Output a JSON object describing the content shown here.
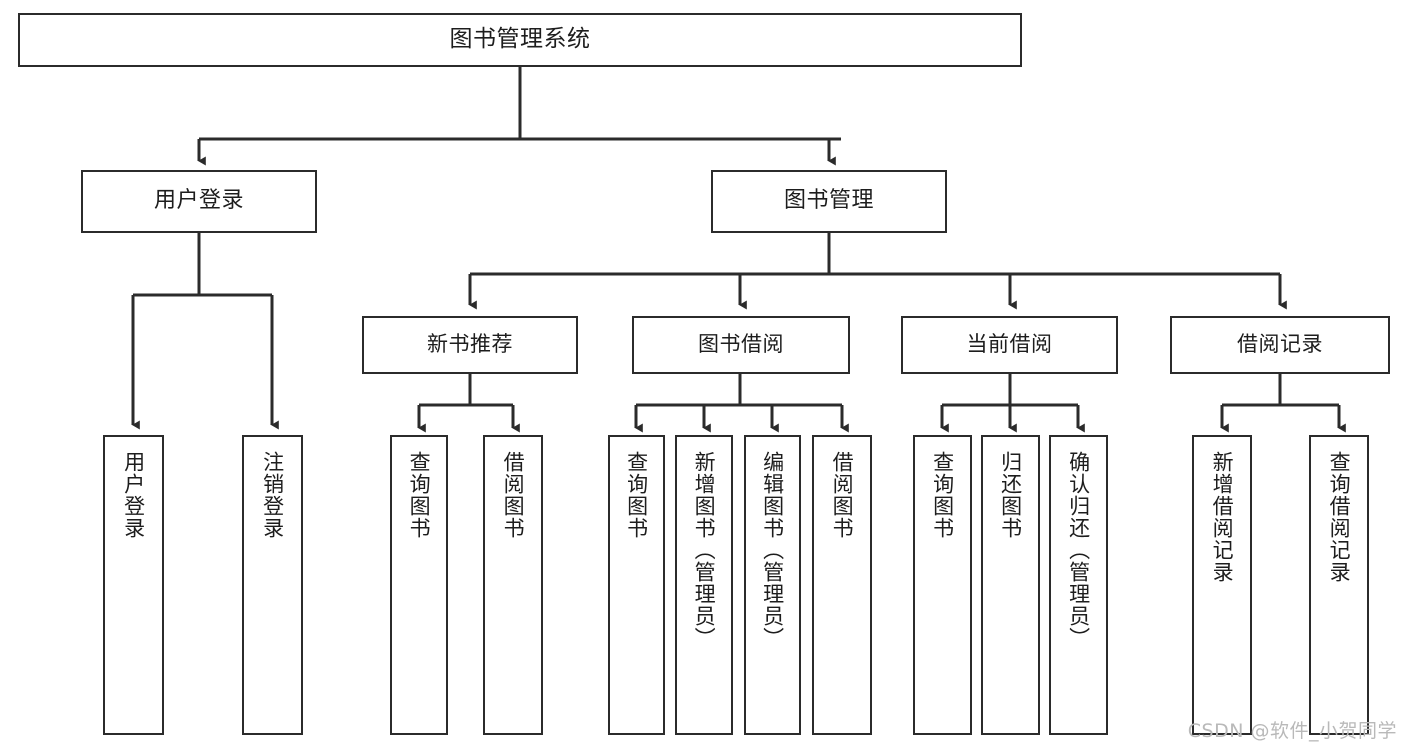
{
  "diagram": {
    "title": "图书管理系统",
    "type": "tree-hierarchy",
    "orientation": "top-down",
    "stroke_color": "#2b2b2b",
    "fill_color": "#ffffff",
    "text_color": "#1d1d1d"
  },
  "watermark": {
    "text": "CSDN @软件_小贺同学",
    "color": "#b9b9b9"
  },
  "nodes": {
    "root": {
      "label": "图书管理系统"
    },
    "level2": [
      {
        "label": "用户登录"
      },
      {
        "label": "图书管理"
      }
    ],
    "level3": [
      {
        "label": "新书推荐"
      },
      {
        "label": "图书借阅"
      },
      {
        "label": "当前借阅"
      },
      {
        "label": "借阅记录"
      }
    ],
    "leaves": [
      {
        "label": "用户登录",
        "parent": "用户登录"
      },
      {
        "label": "注销登录",
        "parent": "用户登录"
      },
      {
        "label": "查询图书",
        "parent": "新书推荐"
      },
      {
        "label": "借阅图书",
        "parent": "新书推荐"
      },
      {
        "label": "查询图书",
        "parent": "图书借阅"
      },
      {
        "label": "新增图书（管理员）",
        "parent": "图书借阅"
      },
      {
        "label": "编辑图书（管理员）",
        "parent": "图书借阅"
      },
      {
        "label": "借阅图书",
        "parent": "图书借阅"
      },
      {
        "label": "查询图书",
        "parent": "当前借阅"
      },
      {
        "label": "归还图书",
        "parent": "当前借阅"
      },
      {
        "label": "确认归还（管理员）",
        "parent": "当前借阅"
      },
      {
        "label": "新增借阅记录",
        "parent": "借阅记录"
      },
      {
        "label": "查询借阅记录",
        "parent": "借阅记录"
      }
    ]
  }
}
